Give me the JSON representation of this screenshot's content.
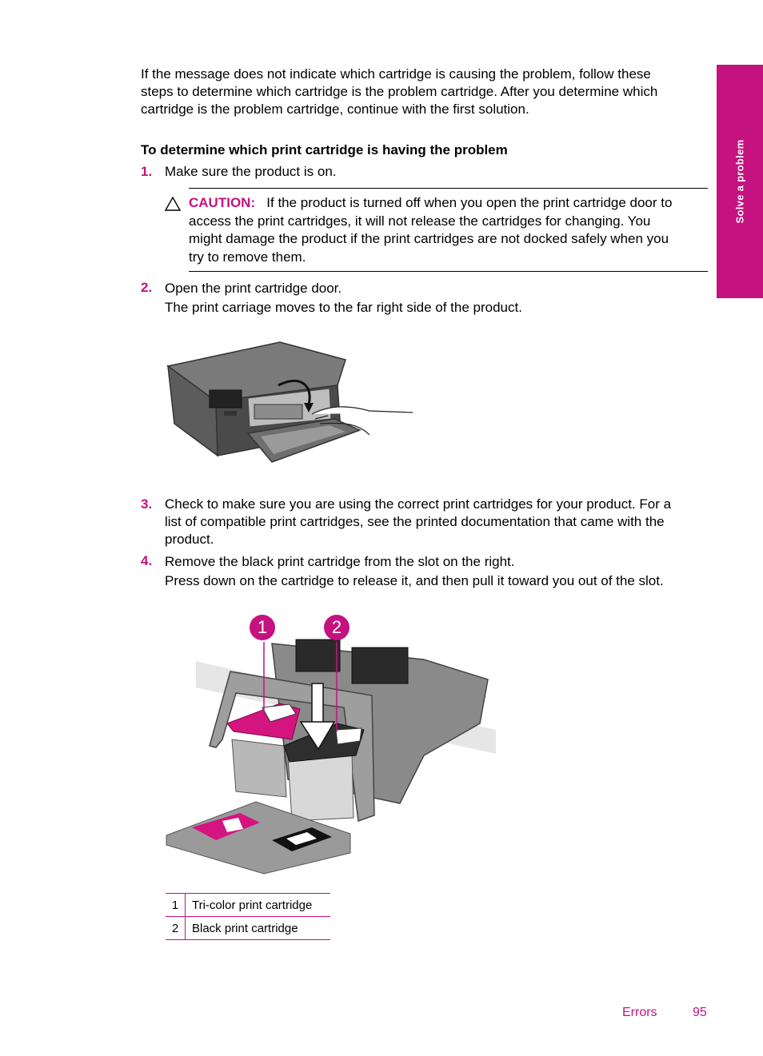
{
  "side_tab": "Solve a problem",
  "intro": "If the message does not indicate which cartridge is causing the problem, follow these steps to determine which cartridge is the problem cartridge. After you determine which cartridge is the problem cartridge, continue with the first solution.",
  "intro_lines": [
    "If the message does not indicate which cartridge is causing the problem, follow these",
    "steps to determine which cartridge is the problem cartridge. After you determine which",
    "cartridge is the problem cartridge, continue with the first solution."
  ],
  "procedure_title": "To determine which print cartridge is having the problem",
  "steps": [
    {
      "num": "1.",
      "lines": [
        "Make sure the product is on."
      ]
    },
    {
      "num": "2.",
      "lines": [
        "Open the print cartridge door.",
        "The print carriage moves to the far right side of the product."
      ]
    },
    {
      "num": "3.",
      "lines": [
        "Check to make sure you are using the correct print cartridges for your product. For a",
        "list of compatible print cartridges, see the printed documentation that came with the",
        "product."
      ]
    },
    {
      "num": "4.",
      "lines": [
        "Remove the black print cartridge from the slot on the right.",
        "Press down on the cartridge to release it, and then pull it toward you out of the slot."
      ]
    }
  ],
  "caution": {
    "label": "CAUTION:",
    "text": "If the product is turned off when you open the print cartridge door to access the print cartridges, it will not release the cartridges for changing. You might damage the product if the print cartridges are not docked safely when you try to remove them.",
    "lines": [
      "If the product is turned off when you open the print cartridge door to",
      "access the print cartridges, it will not release the cartridges for changing. You",
      "might damage the product if the print cartridges are not docked safely when you",
      "try to remove them."
    ]
  },
  "callouts": [
    "1",
    "2"
  ],
  "legend": [
    {
      "num": "1",
      "label": "Tri-color print cartridge"
    },
    {
      "num": "2",
      "label": "Black print cartridge"
    }
  ],
  "footer": {
    "section": "Errors",
    "page": "95"
  },
  "colors": {
    "accent": "#c4127f"
  }
}
